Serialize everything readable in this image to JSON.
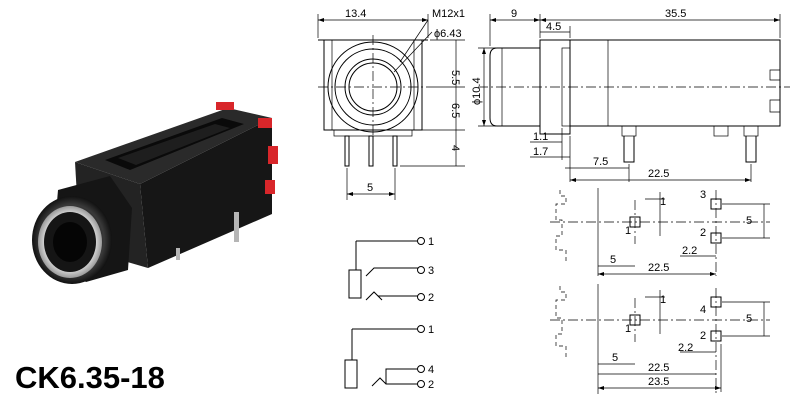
{
  "product": {
    "model": "CK6.35-18"
  },
  "front_view": {
    "width": "13.4",
    "thread": "M12x1",
    "bore_diameter": "ϕ6.43",
    "heights": [
      "5.5",
      "6.5",
      "4"
    ],
    "pin_pitch": "5"
  },
  "side_view": {
    "nose_length": "9",
    "step_length": "4.5",
    "body_length": "35.5",
    "diameter": "ϕ10.4",
    "offset_a": "1.1",
    "offset_b": "1.7",
    "pin_a": "7.5",
    "pin_b": "22.5"
  },
  "footprint_1": {
    "dims": [
      "1",
      "5",
      "22.5",
      "2.2",
      "5"
    ],
    "pins": [
      "1",
      "2",
      "3"
    ]
  },
  "footprint_2": {
    "dims": [
      "1",
      "5",
      "22.5",
      "23.5",
      "2.2",
      "5"
    ],
    "pins": [
      "1",
      "2",
      "4"
    ]
  },
  "schematic_1": {
    "pins": [
      "1",
      "3",
      "2"
    ]
  },
  "schematic_2": {
    "pins": [
      "1",
      "4",
      "2"
    ]
  },
  "colors": {
    "body": "#1c1c1c",
    "contact_red": "#d8262a",
    "metal": "#c8c8c8",
    "line": "#000000"
  }
}
